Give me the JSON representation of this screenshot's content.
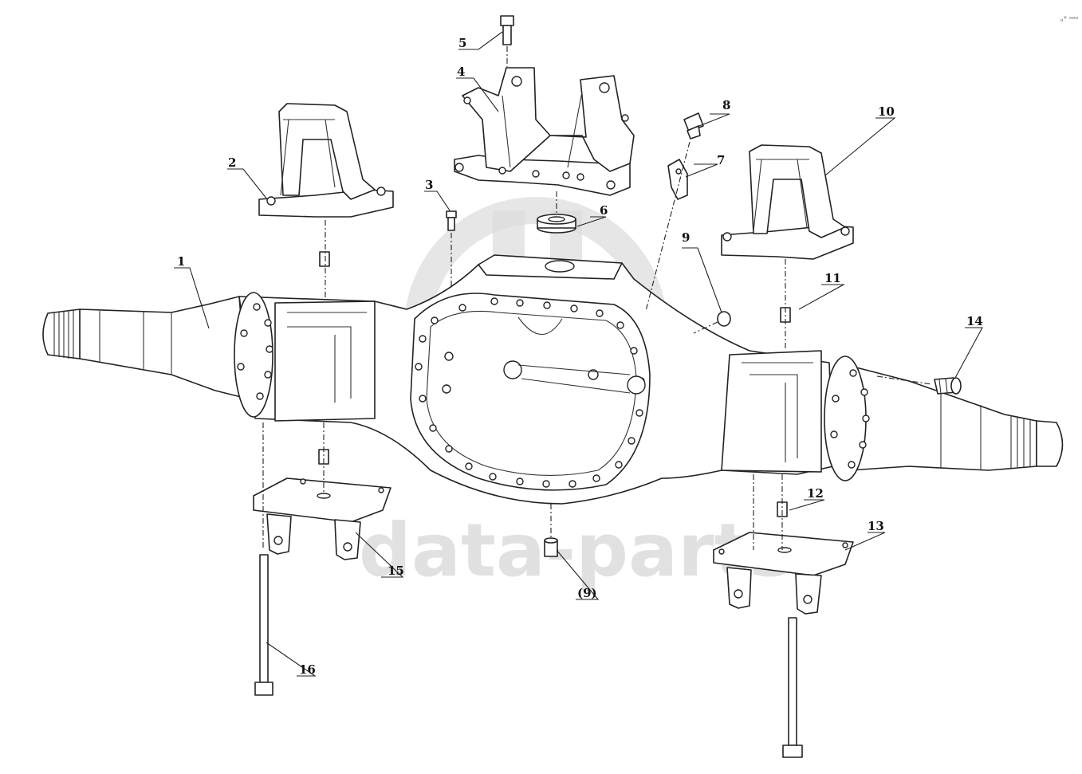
{
  "watermark": {
    "text": "data-parts",
    "logo": "dp-logo-icon"
  },
  "corner_mark": "ₒ° ᵒᵒᵒ",
  "callouts": [
    {
      "id": "c1",
      "label": "1"
    },
    {
      "id": "c2",
      "label": "2"
    },
    {
      "id": "c3",
      "label": "3"
    },
    {
      "id": "c4",
      "label": "4"
    },
    {
      "id": "c5",
      "label": "5"
    },
    {
      "id": "c6",
      "label": "6"
    },
    {
      "id": "c7",
      "label": "7"
    },
    {
      "id": "c8",
      "label": "8"
    },
    {
      "id": "c9",
      "label": "9"
    },
    {
      "id": "c9b",
      "label": "(9)"
    },
    {
      "id": "c10",
      "label": "10"
    },
    {
      "id": "c11",
      "label": "11"
    },
    {
      "id": "c12",
      "label": "12"
    },
    {
      "id": "c13",
      "label": "13"
    },
    {
      "id": "c14",
      "label": "14"
    },
    {
      "id": "c15",
      "label": "15"
    },
    {
      "id": "c16",
      "label": "16"
    }
  ],
  "colors": {
    "line": "#222222",
    "background": "#ffffff",
    "watermark": "#d8d8d8"
  }
}
